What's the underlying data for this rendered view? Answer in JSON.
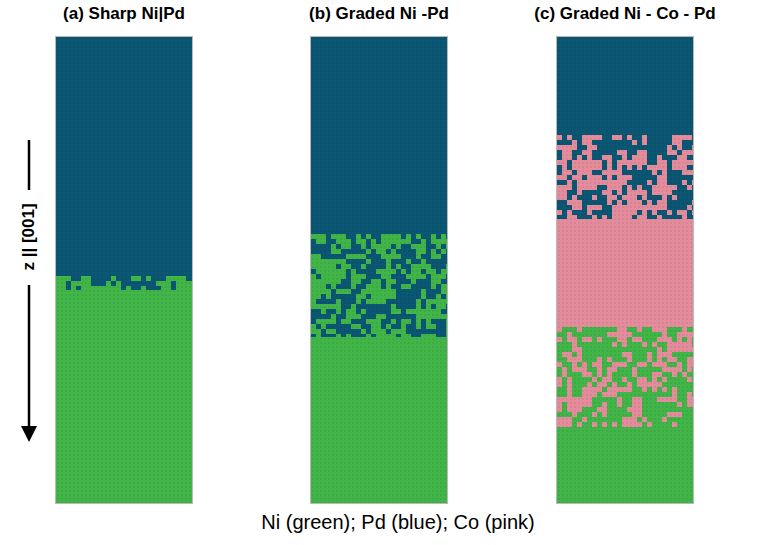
{
  "diagram": {
    "nodes": [
      {
        "text": [
          "(a) Sharp Ni|Pd"
        ]
      },
      {
        "text": [
          "(b) Graded Ni -Pd"
        ]
      },
      {
        "text": [
          "(c) Graded Ni - Co - Pd"
        ]
      }
    ],
    "labels": [
      "z || [001]",
      "Ni (green); Pd (blue); Co (pink)"
    ]
  }
}
